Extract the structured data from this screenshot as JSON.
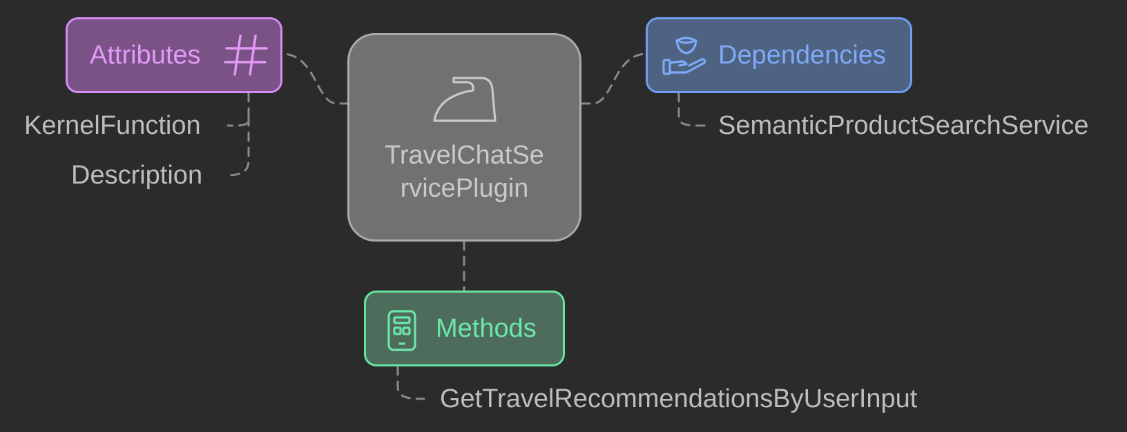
{
  "center": {
    "title": "TravelChatServicePlugin",
    "icon": "iron-icon"
  },
  "attributes": {
    "label": "Attributes",
    "icon": "hash-icon",
    "items": [
      "KernelFunction",
      "Description"
    ]
  },
  "dependencies": {
    "label": "Dependencies",
    "icon": "hand-bowl-icon",
    "items": [
      "SemanticProductSearchService"
    ]
  },
  "methods": {
    "label": "Methods",
    "icon": "phone-app-icon",
    "items": [
      "GetTravelRecommendationsByUserInput"
    ]
  },
  "colors": {
    "background": "#2b2b2b",
    "attributes_fill": "#7a5285",
    "attributes_border": "#d58cf3",
    "dependencies_fill": "#4e6282",
    "dependencies_border": "#6f9ef5",
    "methods_fill": "#4d6c5c",
    "methods_border": "#66e3a4",
    "center_fill": "#717171",
    "center_border": "#ababab",
    "connector": "#8a8a8a",
    "leaf_text": "#bdbdbd"
  }
}
